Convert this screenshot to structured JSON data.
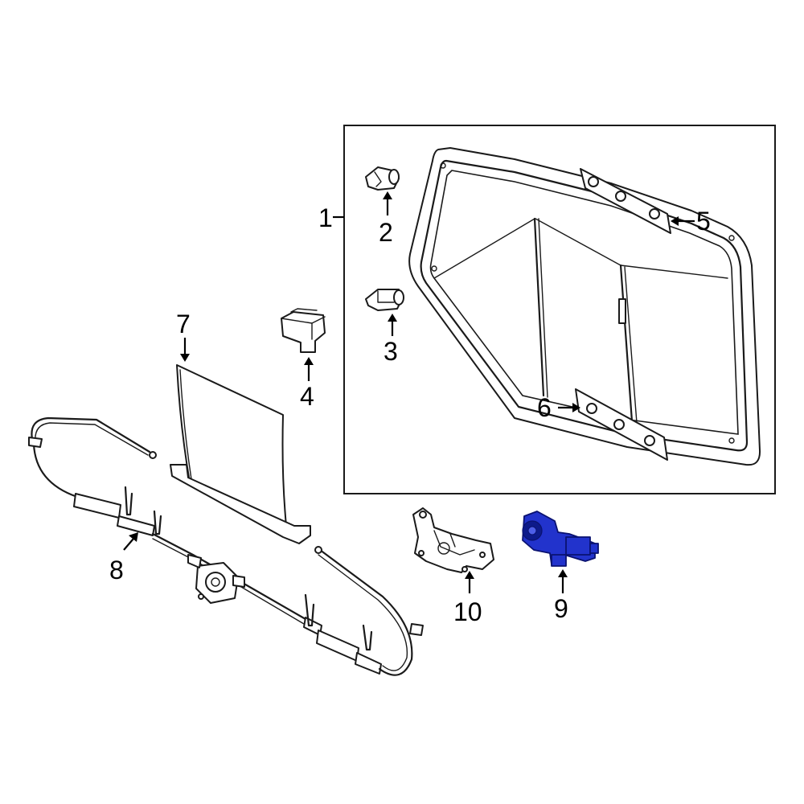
{
  "callouts": {
    "c1": "1",
    "c2": "2",
    "c3": "3",
    "c4": "4",
    "c5": "5",
    "c6": "6",
    "c7": "7",
    "c8": "8",
    "c9": "9",
    "c10": "10"
  },
  "colors": {
    "highlight": "#2233cc",
    "line": "#1a1a1a",
    "background": "#ffffff"
  }
}
